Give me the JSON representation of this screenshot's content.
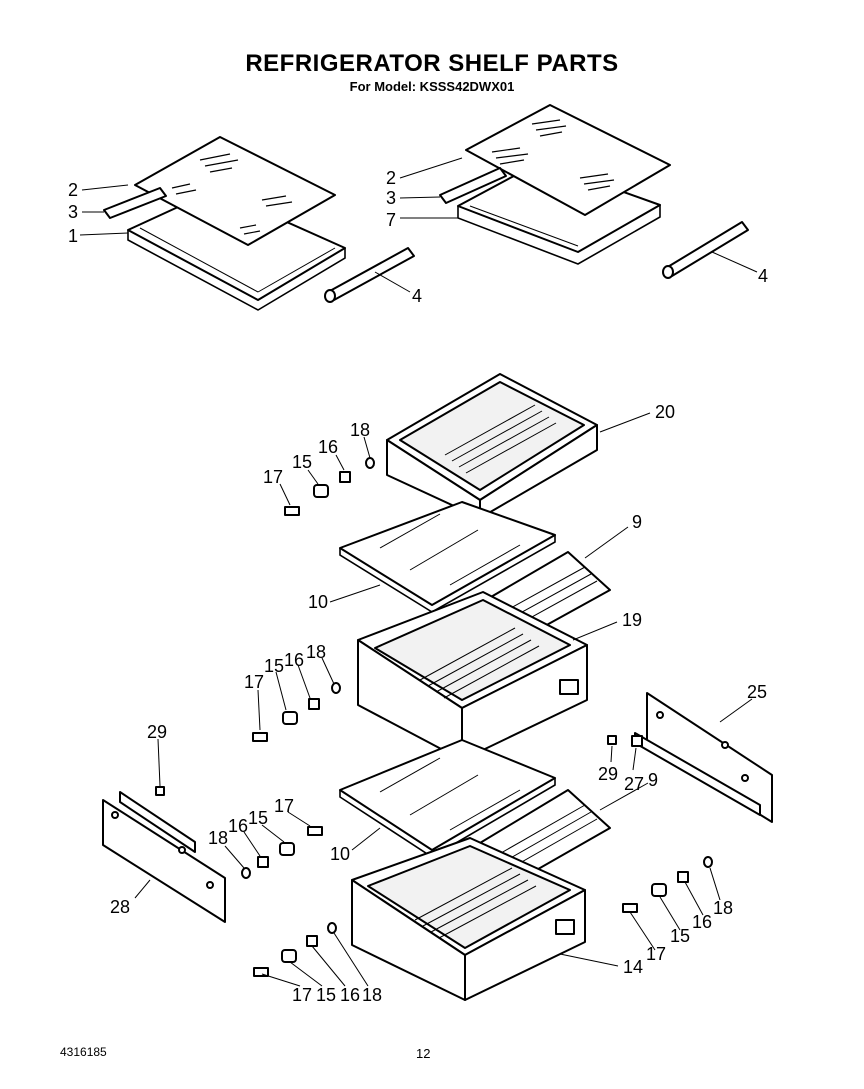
{
  "header": {
    "title": "REFRIGERATOR SHELF PARTS",
    "model_line": "For Model: KSSS42DWX01"
  },
  "footer": {
    "part_code": "4316185",
    "page_number": "12"
  },
  "callouts": {
    "c1": "1",
    "c2a": "2",
    "c3a": "3",
    "c4a": "4",
    "c2b": "2",
    "c3b": "3",
    "c7": "7",
    "c4b": "4",
    "c20": "20",
    "c18a": "18",
    "c16a": "16",
    "c15a": "15",
    "c17a": "17",
    "c9a": "9",
    "c10a": "10",
    "c19": "19",
    "c18b": "18",
    "c16b": "16",
    "c15b": "15",
    "c17b": "17",
    "c25": "25",
    "c29a": "29",
    "c27": "27",
    "c29b": "29",
    "c28": "28",
    "c18c": "18",
    "c16c": "16",
    "c15c": "15",
    "c17c": "17",
    "c9b": "9",
    "c10b": "10",
    "c17d": "17",
    "c15d": "15",
    "c16d": "16",
    "c18d": "18",
    "c14": "14",
    "c17e": "17",
    "c15e": "15",
    "c16e": "16",
    "c18e": "18"
  }
}
